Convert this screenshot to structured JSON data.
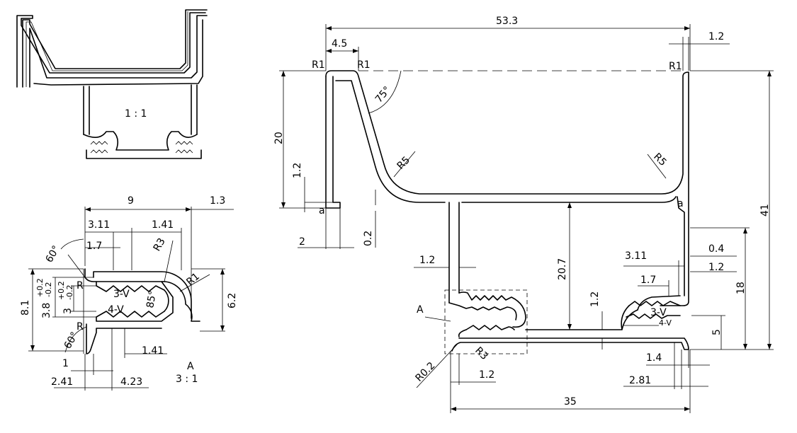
{
  "overall": {
    "width": "53.3",
    "lip_width": "4.5",
    "wall_thickness_right": "1.2",
    "radius_top_left": "R1",
    "radius_top_mid": "R1",
    "radius_top_right": "R1",
    "angle_lip": "75°",
    "radius_left_fillet": "R5",
    "radius_right_fillet": "R5",
    "height_lip": "20",
    "lip_return": "1.2",
    "lip_foot": "2",
    "lip_gap": "0.2",
    "label_a_left": "a",
    "label_a_right": "a",
    "web_thickness": "1.2",
    "web_height": "20.7",
    "base_thickness": "1.2",
    "height_total": "41",
    "height_right": "18",
    "height_foot": "5",
    "right_step": "0.4",
    "right_wall": "1.2",
    "groove_pitch_right": "3.11",
    "groove_width_right": "1.7",
    "tooth_right": "3-V",
    "tooth_right_low": "4-V",
    "foot_right": "1.4",
    "foot_right_offset": "2.81",
    "base_width": "35",
    "base_left_offset": "1.2",
    "radius_corner": "R0.2",
    "radius_groove": "R3",
    "detail_label": "A"
  },
  "small_view": {
    "scale": "1 : 1"
  },
  "detail": {
    "width": "9",
    "lip": "1.3",
    "pitch": "3.11",
    "groove_w": "1.41",
    "groove_w_low": "1.41",
    "tooth_w": "1.7",
    "radius_end": "R3",
    "radius_tip": "R1",
    "angle_top": "60°",
    "angle_bottom": "60°",
    "angle_tooth": "85°",
    "label_r_top": "R",
    "label_r_bottom": "R",
    "teeth_top": "3-V",
    "teeth_bottom": "4-V",
    "height_total": "8.1",
    "height_slot": "3.8",
    "tol_slot_plus": "+0.2",
    "tol_slot_minus": "-0.2",
    "height_tooth": "3",
    "tol_tooth_plus": "+0.2",
    "tol_tooth_minus": "-0.2",
    "height_right": "6.2",
    "foot": "1",
    "left_offset": "2.41",
    "base_len": "4.23",
    "view_label": "A",
    "scale": "3 : 1"
  }
}
